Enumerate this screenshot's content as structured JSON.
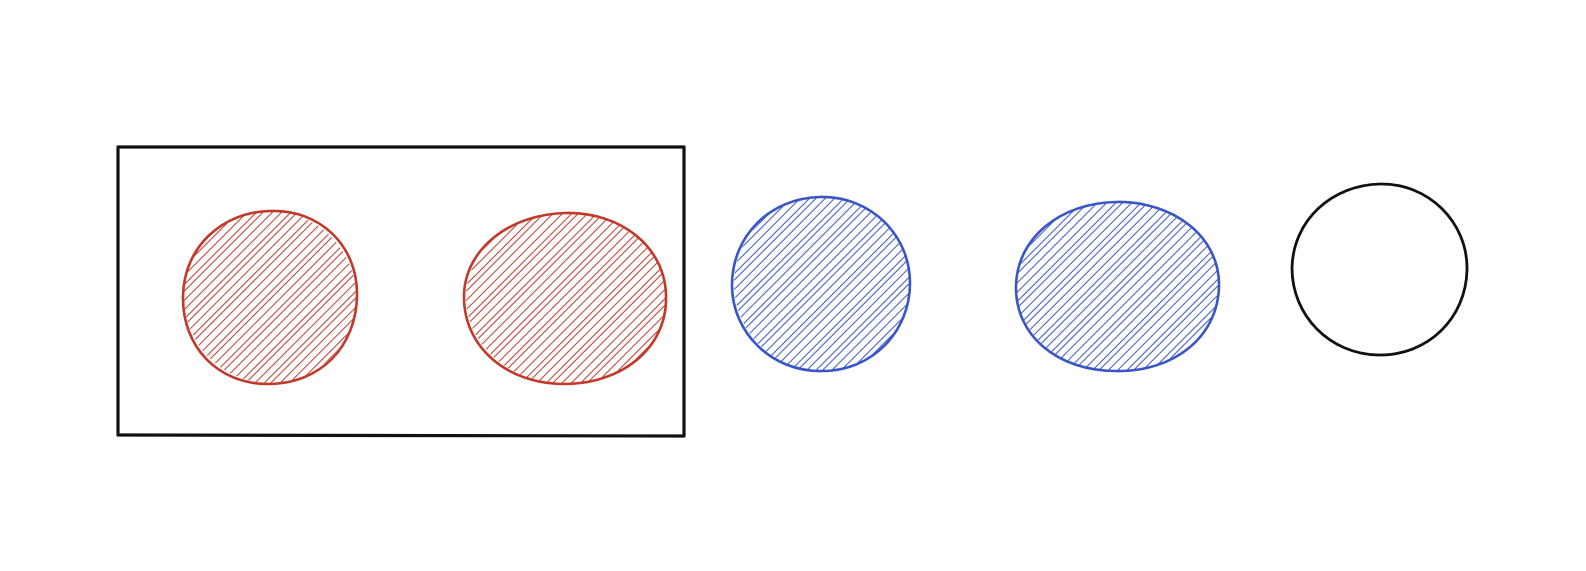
{
  "colors": {
    "background": "#ffffff",
    "box_stroke": "#111111",
    "red": "#c0392b",
    "blue": "#3a55c6",
    "empty_circle_stroke": "#111111"
  },
  "diagram": {
    "group_box": {
      "contains": [
        "circle-1",
        "circle-2"
      ]
    },
    "circles": [
      {
        "id": "circle-1",
        "color": "red",
        "filled": true,
        "fill_style": "hatched"
      },
      {
        "id": "circle-2",
        "color": "red",
        "filled": true,
        "fill_style": "hatched"
      },
      {
        "id": "circle-3",
        "color": "blue",
        "filled": true,
        "fill_style": "hatched"
      },
      {
        "id": "circle-4",
        "color": "blue",
        "filled": true,
        "fill_style": "hatched"
      },
      {
        "id": "circle-5",
        "color": "black",
        "filled": false,
        "fill_style": "none"
      }
    ]
  }
}
